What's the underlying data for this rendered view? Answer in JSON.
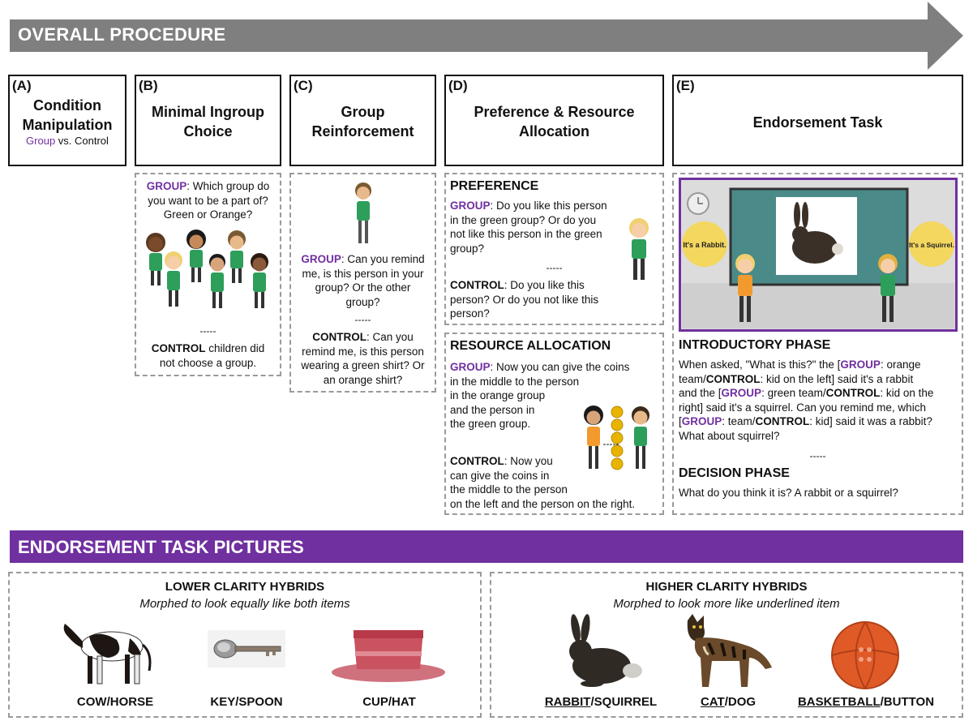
{
  "header": {
    "title": "OVERALL PROCEDURE",
    "arrow_color": "#7f7f7f"
  },
  "steps": [
    {
      "letter": "(A)",
      "title_line1": "Condition",
      "title_line2": "Manipulation",
      "sub_group": "Group",
      "sub_rest": " vs. Control"
    },
    {
      "letter": "(B)",
      "title_line1": "Minimal Ingroup",
      "title_line2": "Choice"
    },
    {
      "letter": "(C)",
      "title_line1": "Group",
      "title_line2": "Reinforcement"
    },
    {
      "letter": "(D)",
      "title_line1": "Preference & Resource",
      "title_line2": "Allocation"
    },
    {
      "letter": "(E)",
      "title_line1": "Endorsement Task"
    }
  ],
  "panel_b": {
    "group_word": "GROUP",
    "group_text_1": ": Which group do",
    "group_text_2": "you want to be a part of?",
    "group_text_3": "Green or Orange?",
    "sep": "-----",
    "control_word": "CONTROL",
    "control_text_1": " children did",
    "control_text_2": "not choose a group."
  },
  "panel_c": {
    "group_word": "GROUP",
    "group_text_1": ": Can you remind",
    "group_text_2": "me, is this person in your",
    "group_text_3": "group? Or the other",
    "group_text_4": "group?",
    "sep": "-----",
    "control_word": "CONTROL",
    "control_text_1": ": Can you",
    "control_text_2": "remind me, is this person",
    "control_text_3": "wearing a green shirt? Or",
    "control_text_4": "an orange shirt?"
  },
  "panel_d_pref": {
    "heading": "PREFERENCE",
    "group_word": "GROUP",
    "group_text_1": ": Do you like this person",
    "group_text_2": "in the green group? Or do you",
    "group_text_3": "not like this person in the green",
    "group_text_4": "group?",
    "sep": "-----",
    "control_word": "CONTROL",
    "control_text_1": ": Do you like this",
    "control_text_2": "person? Or do you not like this",
    "control_text_3": "person?"
  },
  "panel_d_res": {
    "heading": "RESOURCE ALLOCATION",
    "group_word": "GROUP",
    "group_text_1": ": Now you can give the coins",
    "group_text_2": "in the middle to the person",
    "group_text_3": "in the orange group",
    "group_text_4": "and the person in",
    "group_text_5": "the green group.",
    "sep": "-----",
    "control_word": "CONTROL",
    "control_text_1": ": Now you",
    "control_text_2": "can give the coins in",
    "control_text_3": "the middle to the person",
    "control_text_4": "on the left and the person on the right."
  },
  "panel_e": {
    "bubble_left": "It's a Rabbit.",
    "bubble_right": "It's a Squirrel.",
    "intro_heading": "INTRODUCTORY PHASE",
    "intro_line1": "When asked, \"What is this?\" the [",
    "group_word": "GROUP",
    "intro_line1b": ": orange",
    "intro_line2a": "team/",
    "control_word": "CONTROL",
    "intro_line2b": ": kid on the left] said it's a rabbit",
    "intro_line3a": "and the [",
    "intro_line3b": ": green team/",
    "intro_line3c": ": kid on the",
    "intro_line4": "right] said it's a squirrel. Can you remind me, which",
    "intro_line5a": "[",
    "intro_line5b": ": team/",
    "intro_line5c": ": kid] said it was a rabbit?",
    "intro_line6": "What about squirrel?",
    "sep": "-----",
    "decision_heading": "DECISION PHASE",
    "decision_text": "What do you think it is? A rabbit or a squirrel?"
  },
  "pictures": {
    "band_title": "ENDORSEMENT TASK PICTURES",
    "band_color": "#7030a0",
    "lower": {
      "heading": "LOWER CLARITY HYBRIDS",
      "subheading": "Morphed to look equally like both items",
      "items": [
        "COW/HORSE",
        "KEY/SPOON",
        "CUP/HAT"
      ]
    },
    "higher": {
      "heading": "HIGHER CLARITY HYBRIDS",
      "subheading": "Morphed to look more like underlined item",
      "items": [
        {
          "underlined": "RABBIT",
          "rest": "/SQUIRREL"
        },
        {
          "underlined": "CAT",
          "rest": "/DOG"
        },
        {
          "underlined": "BASKETBALL",
          "rest": "/BUTTON"
        }
      ]
    }
  }
}
